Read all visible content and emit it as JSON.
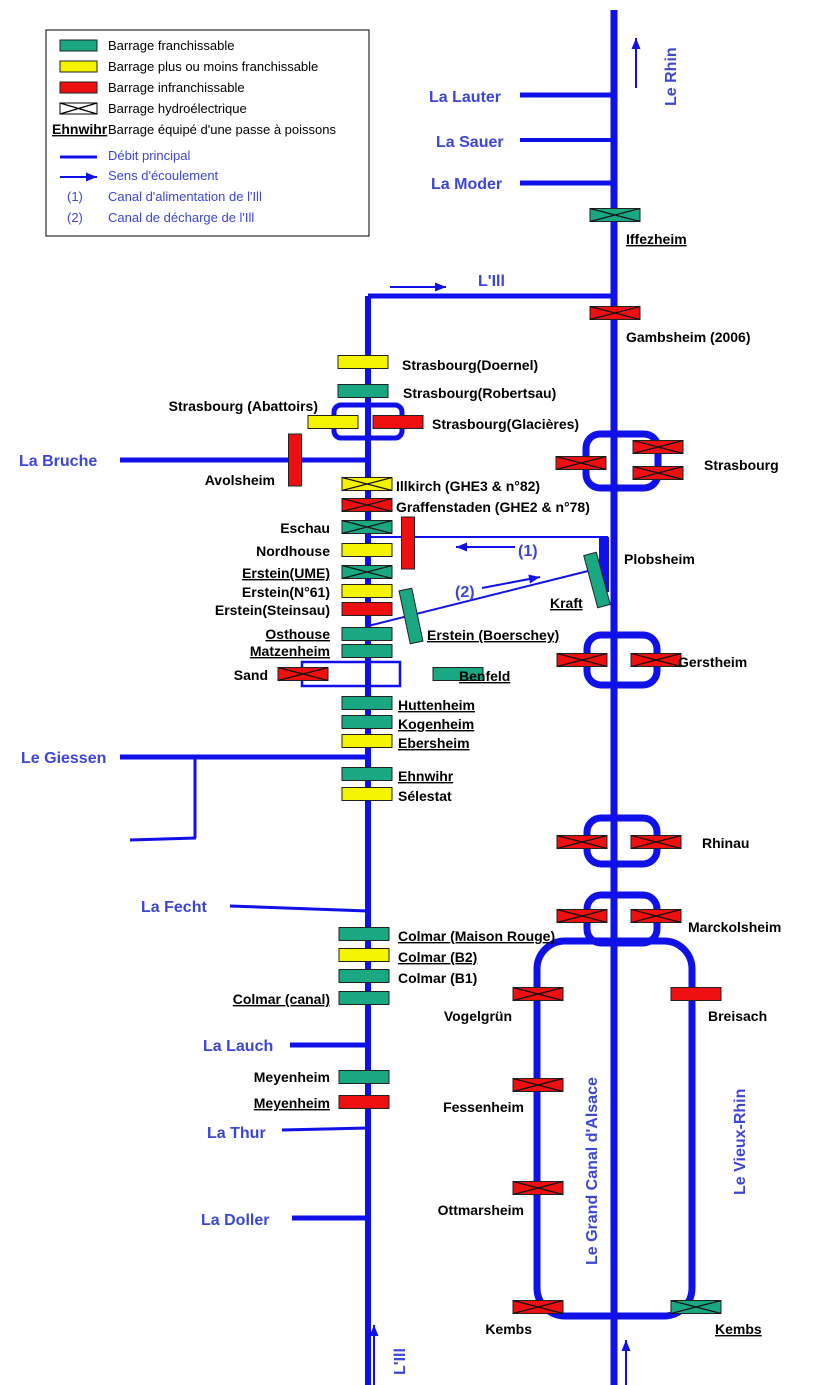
{
  "colors": {
    "river": "#1010e8",
    "green": "#1aa883",
    "yellow": "#f4f400",
    "red": "#ee1010",
    "label": "#000000",
    "river_label": "#3c46d6"
  },
  "legend": {
    "items": [
      {
        "kind": "green",
        "text": "Barrage franchissable"
      },
      {
        "kind": "yellow",
        "text": "Barrage plus ou moins franchissable"
      },
      {
        "kind": "red",
        "text": "Barrage infranchissable"
      },
      {
        "kind": "hydro",
        "text": "Barrage hydroélectrique"
      },
      {
        "kind": "fishpass",
        "sample": "Ehnwihr",
        "text": "Barrage équipé d'une passe à poissons"
      },
      {
        "kind": "line",
        "text": "Débit principal"
      },
      {
        "kind": "arrow",
        "text": "Sens d'écoulement"
      },
      {
        "kind": "num",
        "num": "(1)",
        "text": "Canal d'alimentation de l'Ill"
      },
      {
        "kind": "num",
        "num": "(2)",
        "text": "Canal de décharge de l'Ill"
      }
    ]
  },
  "rivers": [
    "Le Rhin",
    "La Lauter",
    "La Sauer",
    "La Moder",
    "L'Ill",
    "La Bruche",
    "Le Giessen",
    "La Fecht",
    "La Lauch",
    "La Thur",
    "La Doller",
    "Le Grand Canal d'Alsace",
    "Le Vieux-Rhin",
    "L'Ill"
  ],
  "dams": [
    {
      "name": "Iffezheim",
      "color": "green",
      "hydro": true,
      "pass": true
    },
    {
      "name": "Gambsheim (2006)",
      "color": "red",
      "hydro": true,
      "pass": false
    },
    {
      "name": "Strasbourg(Doernel)",
      "color": "yellow",
      "hydro": false,
      "pass": false
    },
    {
      "name": "Strasbourg(Robertsau)",
      "color": "green",
      "hydro": false,
      "pass": false
    },
    {
      "name": "Strasbourg (Abattoirs)",
      "color": "yellow",
      "hydro": false,
      "pass": false
    },
    {
      "name": "Strasbourg(Glacières)",
      "color": "red",
      "hydro": false,
      "pass": false
    },
    {
      "name": "Strasbourg",
      "color": "red",
      "hydro": true,
      "pass": false
    },
    {
      "name": "Avolsheim",
      "color": "red",
      "hydro": false,
      "pass": false
    },
    {
      "name": "Illkirch (GHE3 & n°82)",
      "color": "yellow",
      "hydro": true,
      "pass": false
    },
    {
      "name": "Graffenstaden (GHE2 & n°78)",
      "color": "red",
      "hydro": true,
      "pass": false
    },
    {
      "name": "Eschau",
      "color": "green",
      "hydro": true,
      "pass": false
    },
    {
      "name": "Nordhouse",
      "color": "yellow",
      "hydro": false,
      "pass": false
    },
    {
      "name": "Erstein(UME)",
      "color": "green",
      "hydro": true,
      "pass": true
    },
    {
      "name": "Erstein(N°61)",
      "color": "yellow",
      "hydro": false,
      "pass": false
    },
    {
      "name": "Erstein(Steinsau)",
      "color": "red",
      "hydro": false,
      "pass": false
    },
    {
      "name": "Plobsheim",
      "color": "red",
      "hydro": false,
      "pass": false
    },
    {
      "name": "Kraft",
      "color": "green",
      "hydro": false,
      "pass": true
    },
    {
      "name": "Erstein (Boerschey)",
      "color": "green",
      "hydro": false,
      "pass": true
    },
    {
      "name": "Osthouse",
      "color": "green",
      "hydro": false,
      "pass": true
    },
    {
      "name": "Matzenheim",
      "color": "green",
      "hydro": false,
      "pass": true
    },
    {
      "name": "Sand",
      "color": "red",
      "hydro": true,
      "pass": false
    },
    {
      "name": "Benfeld",
      "color": "green",
      "hydro": false,
      "pass": true
    },
    {
      "name": "Gerstheim",
      "color": "red",
      "hydro": true,
      "pass": false
    },
    {
      "name": "Huttenheim",
      "color": "green",
      "hydro": false,
      "pass": true
    },
    {
      "name": "Kogenheim",
      "color": "green",
      "hydro": false,
      "pass": true
    },
    {
      "name": "Ebersheim",
      "color": "yellow",
      "hydro": false,
      "pass": true
    },
    {
      "name": "Ehnwihr",
      "color": "green",
      "hydro": false,
      "pass": true
    },
    {
      "name": "Sélestat",
      "color": "yellow",
      "hydro": false,
      "pass": false
    },
    {
      "name": "Rhinau",
      "color": "red",
      "hydro": true,
      "pass": false
    },
    {
      "name": "Marckolsheim",
      "color": "red",
      "hydro": true,
      "pass": false
    },
    {
      "name": "Colmar (Maison Rouge)",
      "color": "green",
      "hydro": false,
      "pass": true
    },
    {
      "name": "Colmar (B2)",
      "color": "yellow",
      "hydro": false,
      "pass": true
    },
    {
      "name": "Colmar (B1)",
      "color": "green",
      "hydro": false,
      "pass": false
    },
    {
      "name": "Colmar (canal)",
      "color": "green",
      "hydro": false,
      "pass": true
    },
    {
      "name": "Vogelgrün",
      "color": "red",
      "hydro": true,
      "pass": false
    },
    {
      "name": "Breisach",
      "color": "red",
      "hydro": false,
      "pass": false
    },
    {
      "name": "Fessenheim",
      "color": "red",
      "hydro": true,
      "pass": false
    },
    {
      "name": "Meyenheim",
      "color": "green",
      "hydro": false,
      "pass": false
    },
    {
      "name": "Meyenheim",
      "color": "red",
      "hydro": false,
      "pass": true
    },
    {
      "name": "Ottmarsheim",
      "color": "red",
      "hydro": true,
      "pass": false
    },
    {
      "name": "Kembs",
      "color": "red",
      "hydro": true,
      "pass": false
    },
    {
      "name": "Kembs",
      "color": "green",
      "hydro": true,
      "pass": true
    }
  ],
  "canal_marks": [
    "(1)",
    "(2)"
  ]
}
